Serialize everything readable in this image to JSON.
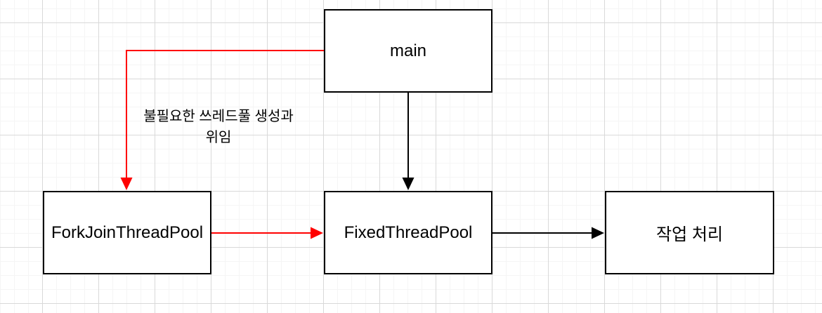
{
  "diagram": {
    "nodes": [
      {
        "id": "main",
        "label": "main"
      },
      {
        "id": "forkjointhreadpool",
        "label": "ForkJoinThreadPool"
      },
      {
        "id": "fixedthreadpool",
        "label": "FixedThreadPool"
      },
      {
        "id": "task-processing",
        "label": "작업 처리"
      }
    ],
    "edges": [
      {
        "from": "main",
        "to": "forkjointhreadpool",
        "color": "#ff0000",
        "label": "불필요한 쓰레드풀 생성과\n위임"
      },
      {
        "from": "main",
        "to": "fixedthreadpool",
        "color": "#000000",
        "label": ""
      },
      {
        "from": "forkjointhreadpool",
        "to": "fixedthreadpool",
        "color": "#ff0000",
        "label": ""
      },
      {
        "from": "fixedthreadpool",
        "to": "task-processing",
        "color": "#000000",
        "label": ""
      }
    ],
    "colors": {
      "edge_red": "#ff0000",
      "edge_black": "#000000",
      "node_border": "#000000",
      "node_fill": "#ffffff",
      "grid_minor": "#f5f5f5",
      "grid_major": "#d9d9d9",
      "canvas_bg": "#ffffff"
    }
  }
}
